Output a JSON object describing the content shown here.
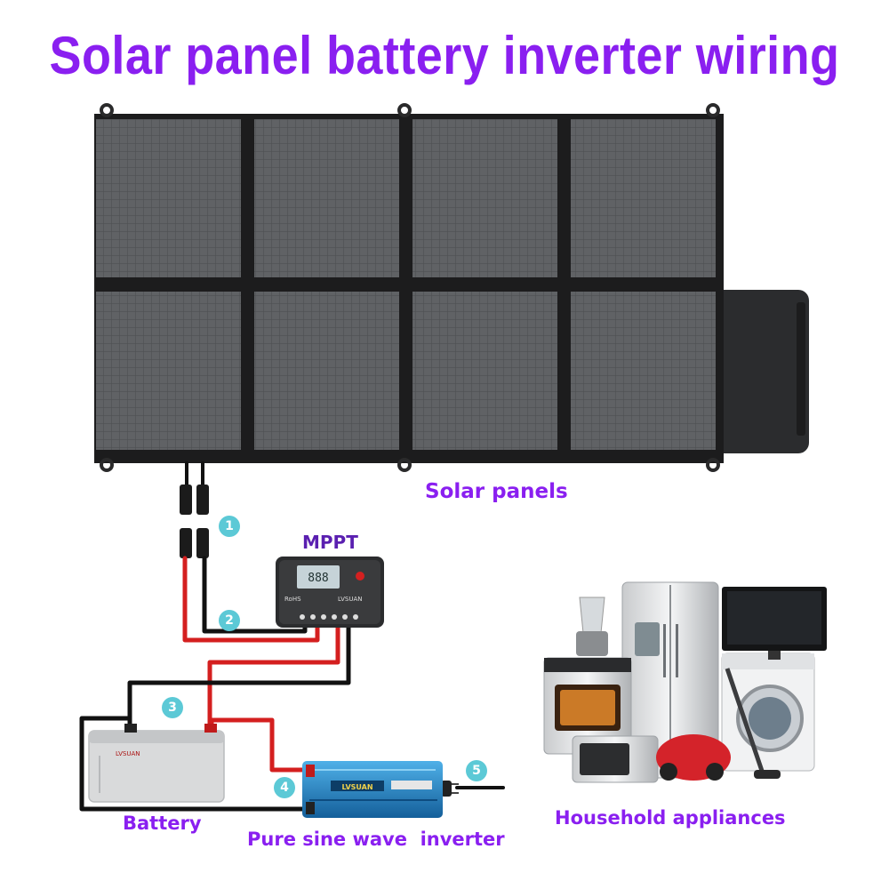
{
  "title": "Solar panel battery inverter wiring",
  "labels": {
    "solar_panels": "Solar panels",
    "mppt": "MPPT",
    "battery": "Battery",
    "inverter": "Pure sine wave  inverter",
    "household": "Household appliances"
  },
  "steps": [
    "1",
    "2",
    "3",
    "4",
    "5"
  ],
  "device_text": {
    "mppt_brand": "LVSUAN",
    "mppt_rohs": "RoHS",
    "mppt_lcd": "888",
    "battery_brand": "LVSUAN",
    "inverter_brand": "LVSUAN"
  },
  "colors": {
    "label_purple": "#8a1ff0",
    "wire_red": "#d41f1f",
    "wire_black": "#111111",
    "step_teal": "#5cc9d6",
    "panel_gray": "#5b5d60",
    "inverter_blue": "#1e86c9"
  }
}
